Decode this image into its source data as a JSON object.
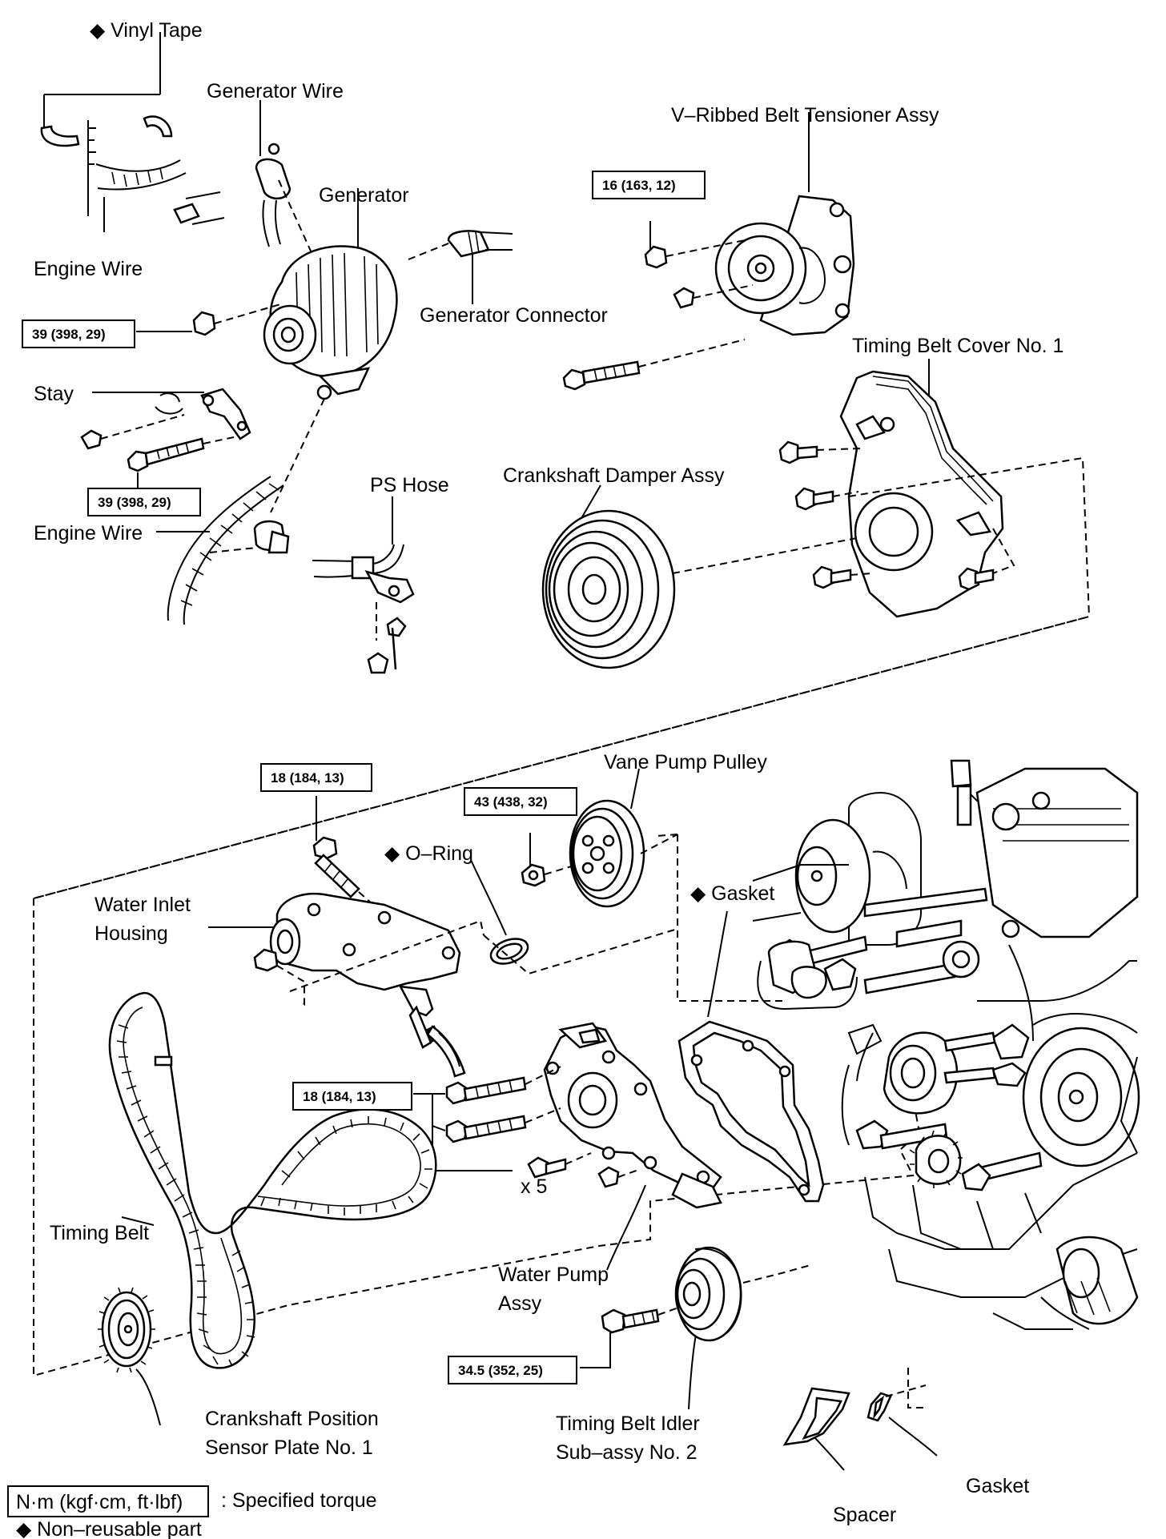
{
  "labels": {
    "vinyl_tape": "◆ Vinyl Tape",
    "generator_wire": "Generator Wire",
    "generator": "Generator",
    "engine_wire_top": "Engine Wire",
    "generator_connector": "Generator Connector",
    "stay": "Stay",
    "engine_wire_bottom": "Engine Wire",
    "ps_hose": "PS Hose",
    "v_ribbed_belt_tensioner": "V–Ribbed Belt Tensioner Assy",
    "timing_belt_cover": "Timing Belt Cover No. 1",
    "crankshaft_damper": "Crankshaft Damper Assy",
    "vane_pump_pulley": "Vane Pump Pulley",
    "o_ring": "◆ O–Ring",
    "water_inlet_housing_l1": "Water Inlet",
    "water_inlet_housing_l2": "Housing",
    "gasket_pump": "◆ Gasket",
    "x5": "x 5",
    "timing_belt": "Timing Belt",
    "water_pump_l1": "Water  Pump",
    "water_pump_l2": "Assy",
    "crank_sensor_l1": "Crankshaft  Position",
    "crank_sensor_l2": "Sensor Plate No. 1",
    "idler_l1": "Timing Belt Idler",
    "idler_l2": "Sub–assy No. 2",
    "spacer": "Spacer",
    "gasket_bottom": "Gasket"
  },
  "torques": {
    "generator_bolt": "39 (398, 29)",
    "stay_bolt": "39 (398, 29)",
    "tensioner_nut": "16 (163, 12)",
    "water_inlet_bolt": "18 (184, 13)",
    "vane_pump_nut": "43 (438, 32)",
    "water_pump_bolts": "18 (184, 13)",
    "idler_bolt": "34.5 (352, 25)"
  },
  "legend": {
    "torque_unit": "N·m (kgf·cm, ft·lbf)",
    "torque_desc": ": Specified torque",
    "non_reusable": "◆ Non–reusable part"
  }
}
